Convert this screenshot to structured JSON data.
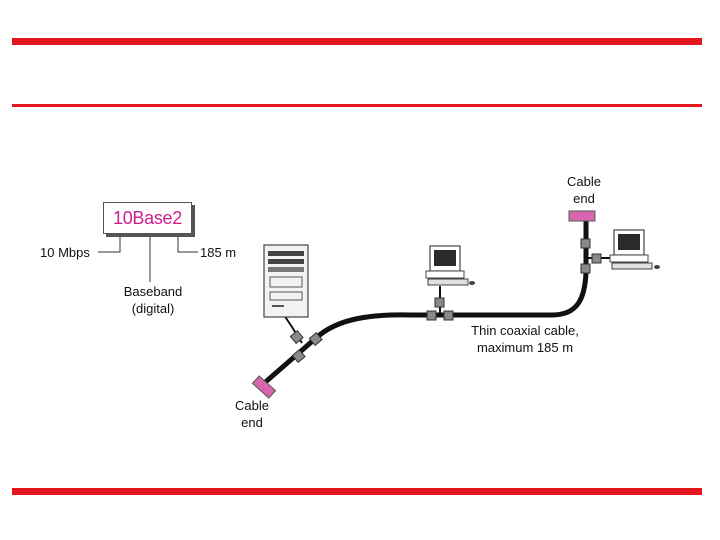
{
  "colors": {
    "accent_red": "#e3161d",
    "magenta_text": "#cc1f8f",
    "cable_end_pink": "#d766ae"
  },
  "standard": {
    "name": "10Base2",
    "rate": "10 Mbps",
    "length": "185 m",
    "signal_line1": "Baseband",
    "signal_line2": "(digital)"
  },
  "cable_end_top": {
    "line1": "Cable",
    "line2": "end"
  },
  "cable_end_bottom": {
    "line1": "Cable",
    "line2": "end"
  },
  "cable_label": {
    "line1": "Thin coaxial cable,",
    "line2": "maximum 185 m"
  },
  "icons": [
    "server-icon",
    "computer-icon",
    "computer-icon",
    "t-connector-icon",
    "terminator-icon"
  ]
}
